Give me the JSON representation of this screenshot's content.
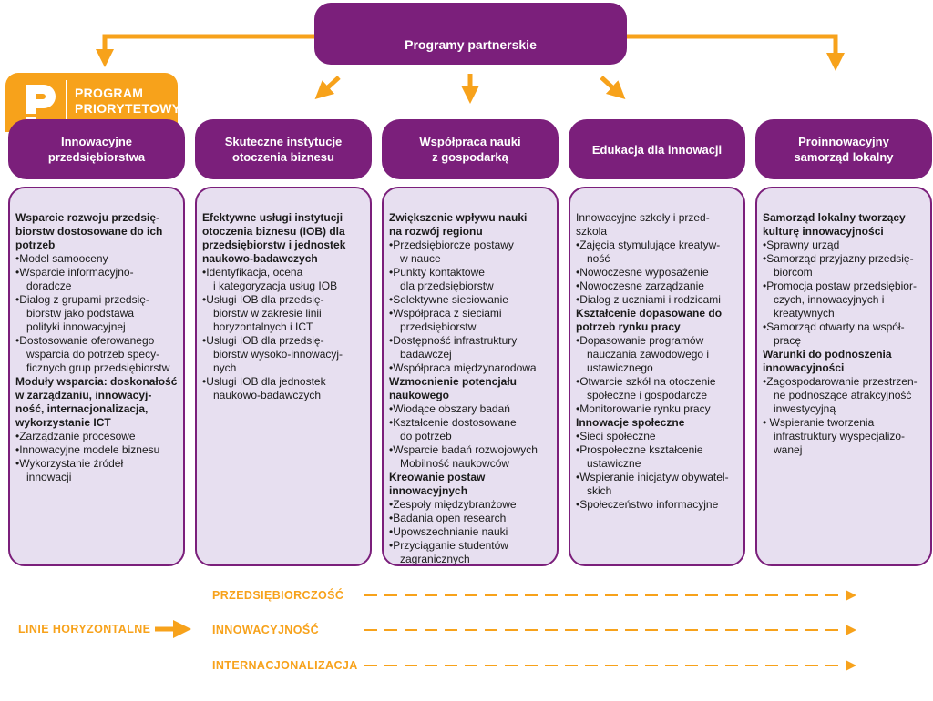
{
  "header": {
    "title": "Programy partnerskie"
  },
  "badge": {
    "line1": "PROGRAM",
    "line2": "PRIORYTETOWY"
  },
  "columns": [
    {
      "title": [
        "Innowacyjne",
        "przedsiębiorstwa"
      ],
      "lines": [
        {
          "t": "h",
          "s": "Wsparcie rozwoju przedsię-"
        },
        {
          "t": "h",
          "s": "biorstw dostosowane do ich"
        },
        {
          "t": "h",
          "s": "potrzeb"
        },
        {
          "t": "i",
          "s": "•Model samooceny"
        },
        {
          "t": "i",
          "s": "•Wsparcie informacyjno-"
        },
        {
          "t": "c",
          "s": "doradcze"
        },
        {
          "t": "i",
          "s": "•Dialog z grupami przedsię-"
        },
        {
          "t": "c",
          "s": "biorstw jako podstawa"
        },
        {
          "t": "c",
          "s": "polityki innowacyjnej"
        },
        {
          "t": "i",
          "s": "•Dostosowanie oferowanego"
        },
        {
          "t": "c",
          "s": "wsparcia do potrzeb specy-"
        },
        {
          "t": "c",
          "s": "ficznych grup przedsiębiorstw"
        },
        {
          "t": "h",
          "s": "Moduły wsparcia: doskonałość"
        },
        {
          "t": "h",
          "s": "w zarządzaniu, innowacyj-"
        },
        {
          "t": "h",
          "s": "ność, internacjonalizacja,"
        },
        {
          "t": "h",
          "s": "wykorzystanie ICT"
        },
        {
          "t": "i",
          "s": "•Zarządzanie procesowe"
        },
        {
          "t": "i",
          "s": "•Innowacyjne modele biznesu"
        },
        {
          "t": "i",
          "s": "•Wykorzystanie źródeł"
        },
        {
          "t": "c",
          "s": "innowacji"
        }
      ]
    },
    {
      "title": [
        "Skuteczne instytucje",
        "otoczenia biznesu"
      ],
      "lines": [
        {
          "t": "h",
          "s": "Efektywne usługi instytucji"
        },
        {
          "t": "h",
          "s": "otoczenia biznesu (IOB) dla"
        },
        {
          "t": "h",
          "s": "przedsiębiorstw i jednostek"
        },
        {
          "t": "h",
          "s": "naukowo-badawczych"
        },
        {
          "t": "i",
          "s": "•Identyfikacja, ocena"
        },
        {
          "t": "c",
          "s": "i kategoryzacja usług IOB"
        },
        {
          "t": "i",
          "s": "•Usługi IOB dla przedsię-"
        },
        {
          "t": "c",
          "s": "biorstw w zakresie linii"
        },
        {
          "t": "c",
          "s": "horyzontalnych i ICT"
        },
        {
          "t": "i",
          "s": "•Usługi IOB dla przedsię-"
        },
        {
          "t": "c",
          "s": "biorstw wysoko-innowacyj-"
        },
        {
          "t": "c",
          "s": "nych"
        },
        {
          "t": "i",
          "s": "•Usługi IOB dla jednostek"
        },
        {
          "t": "c",
          "s": "naukowo-badawczych"
        }
      ]
    },
    {
      "title": [
        "Współpraca nauki",
        "z gospodarką"
      ],
      "lines": [
        {
          "t": "h",
          "s": "Zwiększenie wpływu nauki"
        },
        {
          "t": "h",
          "s": "na rozwój regionu"
        },
        {
          "t": "i",
          "s": "•Przedsiębiorcze postawy"
        },
        {
          "t": "c",
          "s": "w nauce"
        },
        {
          "t": "i",
          "s": "•Punkty kontaktowe"
        },
        {
          "t": "c",
          "s": "dla przedsiębiorstw"
        },
        {
          "t": "i",
          "s": "•Selektywne sieciowanie"
        },
        {
          "t": "i",
          "s": "•Współpraca z sieciami"
        },
        {
          "t": "c",
          "s": "przedsiębiorstw"
        },
        {
          "t": "i",
          "s": "•Dostępność infrastruktury"
        },
        {
          "t": "c",
          "s": "badawczej"
        },
        {
          "t": "i",
          "s": "•Współpraca międzynarodowa"
        },
        {
          "t": "h",
          "s": "Wzmocnienie potencjału"
        },
        {
          "t": "h",
          "s": "naukowego"
        },
        {
          "t": "i",
          "s": "•Wiodące obszary badań"
        },
        {
          "t": "i",
          "s": "•Kształcenie dostosowane"
        },
        {
          "t": "c",
          "s": "do potrzeb"
        },
        {
          "t": "i",
          "s": "•Wsparcie badań rozwojowych"
        },
        {
          "t": "c",
          "s": "Mobilność naukowców"
        },
        {
          "t": "h",
          "s": "Kreowanie postaw innowacyjnych"
        },
        {
          "t": "i",
          "s": "•Zespoły międzybranżowe"
        },
        {
          "t": "i",
          "s": "•Badania open research"
        },
        {
          "t": "i",
          "s": "•Upowszechnianie nauki"
        },
        {
          "t": "i",
          "s": "•Przyciąganie studentów"
        },
        {
          "t": "c",
          "s": "zagranicznych"
        }
      ]
    },
    {
      "title": [
        "Edukacja dla innowacji"
      ],
      "lines": [
        {
          "t": "n",
          "s": "Innowacyjne szkoły i przed-"
        },
        {
          "t": "n",
          "s": "szkola"
        },
        {
          "t": "i",
          "s": "•Zajęcia stymulujące kreatyw-"
        },
        {
          "t": "c",
          "s": "ność"
        },
        {
          "t": "i",
          "s": "•Nowoczesne wyposażenie"
        },
        {
          "t": "i",
          "s": "•Nowoczesne zarządzanie"
        },
        {
          "t": "i",
          "s": "•Dialog z uczniami i rodzicami"
        },
        {
          "t": "h",
          "s": "Kształcenie dopasowane do"
        },
        {
          "t": "h",
          "s": "potrzeb rynku pracy"
        },
        {
          "t": "i",
          "s": "•Dopasowanie programów"
        },
        {
          "t": "c",
          "s": "nauczania zawodowego i"
        },
        {
          "t": "c",
          "s": "ustawicznego"
        },
        {
          "t": "i",
          "s": "•Otwarcie szkół na otoczenie"
        },
        {
          "t": "c",
          "s": "społeczne i gospodarcze"
        },
        {
          "t": "i",
          "s": "•Monitorowanie rynku pracy"
        },
        {
          "t": "h",
          "s": "Innowacje społeczne"
        },
        {
          "t": "i",
          "s": "•Sieci społeczne"
        },
        {
          "t": "i",
          "s": "•Prospołeczne kształcenie"
        },
        {
          "t": "c",
          "s": "ustawiczne"
        },
        {
          "t": "i",
          "s": "•Wspieranie inicjatyw obywatel-"
        },
        {
          "t": "c",
          "s": "skich"
        },
        {
          "t": "i",
          "s": "•Społeczeństwo informacyjne"
        }
      ]
    },
    {
      "title": [
        "Proinnowacyjny",
        "samorząd lokalny"
      ],
      "lines": [
        {
          "t": "h",
          "s": "Samorząd lokalny tworzący"
        },
        {
          "t": "h",
          "s": "kulturę innowacyjności"
        },
        {
          "t": "i",
          "s": "•Sprawny urząd"
        },
        {
          "t": "i",
          "s": "•Samorząd przyjazny przedsię-"
        },
        {
          "t": "c",
          "s": "biorcom"
        },
        {
          "t": "i",
          "s": "•Promocja postaw przedsiębior-"
        },
        {
          "t": "c",
          "s": "czych, innowacyjnych i"
        },
        {
          "t": "c",
          "s": "kreatywnych"
        },
        {
          "t": "i",
          "s": "•Samorząd otwarty na współ-"
        },
        {
          "t": "c",
          "s": "pracę"
        },
        {
          "t": "h",
          "s": "Warunki do podnoszenia"
        },
        {
          "t": "h",
          "s": "innowacyjności"
        },
        {
          "t": "i",
          "s": "•Zagospodarowanie przestrzen-"
        },
        {
          "t": "c",
          "s": "ne podnoszące atrakcyjność"
        },
        {
          "t": "c",
          "s": "inwestycyjną"
        },
        {
          "t": "i",
          "s": "• Wspieranie tworzenia"
        },
        {
          "t": "c",
          "s": "infrastruktury wyspecjalizo-"
        },
        {
          "t": "c",
          "s": "wanej"
        }
      ]
    }
  ],
  "horizontal": {
    "label": "LINIE HORYZONTALNE",
    "lines": [
      "PRZEDSIĘBIORCZOŚĆ",
      "INNOWACYJNOŚĆ",
      "INTERNACJONALIZACJA"
    ]
  },
  "colors": {
    "purple": "#7b1f7b",
    "orange": "#f7a21b",
    "lavender": "#e7dff0"
  }
}
